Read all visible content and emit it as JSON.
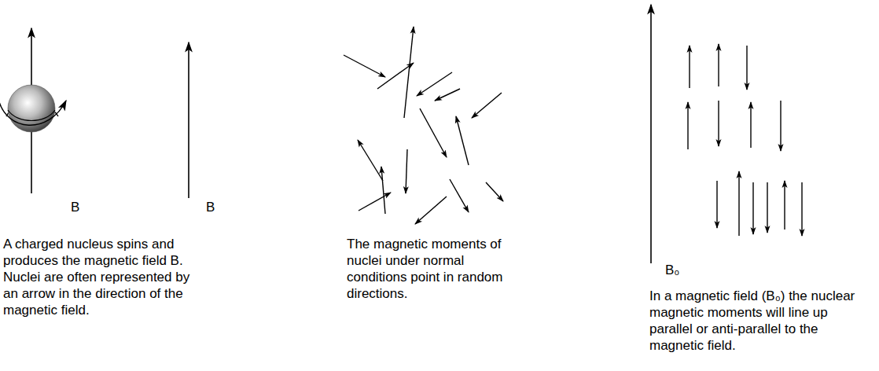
{
  "diagram": {
    "labels": [
      "B",
      "B",
      "A charged nucleus spins and produces the magnetic field B. Nuclei are often represented by an arrow in the direction of the magnetic field.",
      "The magnetic moments of nuclei under normal conditions point in random directions.",
      "B₀",
      "In a magnetic field (B₀) the nuclear magnetic moments will line up parallel or anti-parallel to the magnetic field."
    ]
  }
}
